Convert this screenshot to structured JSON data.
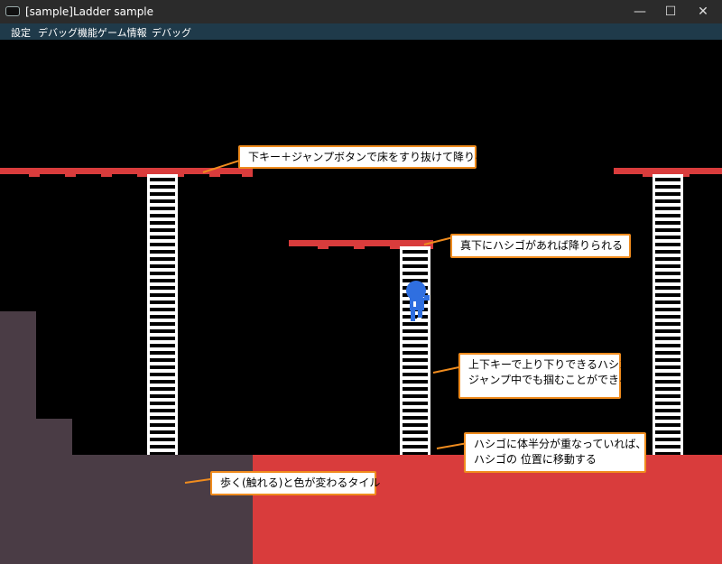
{
  "window": {
    "title": "[sample]Ladder sample",
    "minimize_glyph": "—",
    "maximize_glyph": "☐",
    "close_glyph": "✕"
  },
  "menu": {
    "items": [
      "設定",
      "デバッグ機能",
      "ゲーム情報",
      "デバッグ"
    ]
  },
  "colors": {
    "titlebar": "#2b2b2b",
    "menubar": "#1f3a4a",
    "floor_red": "#d93c3c",
    "floor_dark": "#4a3c45",
    "callout_border": "#f08c1e",
    "player": "#2f6fe0"
  },
  "annotations": [
    "下キー＋ジャンプボタンで床をすり抜けて降りる",
    "真下にハシゴがあれば降りられる",
    "上下キーで上り下りできるハシゴ",
    "ジャンプ中でも掴むことができる",
    "ハシゴに体半分が重なっていれば、",
    "ハシゴの 位置に移動する",
    "歩く(触れる)と色が変わるタイル"
  ]
}
